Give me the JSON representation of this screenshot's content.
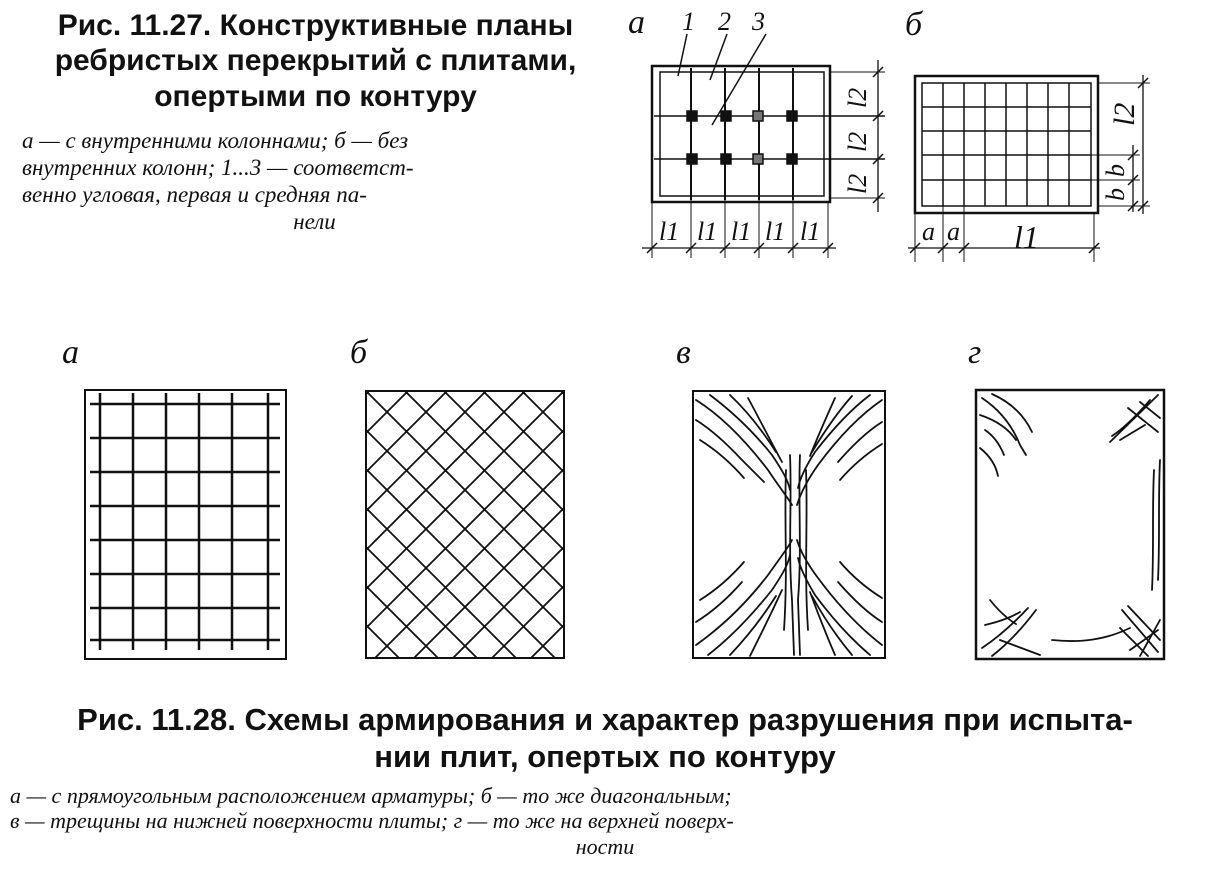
{
  "fig27": {
    "title_lines": [
      "Рис. 11.27. Конструктивные планы",
      "ребристых перекрытий с плитами,",
      "опертыми по контуру"
    ],
    "description_lines": [
      "а — с внутренними колоннами; б — без",
      "внутренних колонн; 1...3 — соответст-",
      "венно угловая, первая и средняя па-",
      "нели"
    ],
    "panel_a": {
      "label": "а",
      "numbers": [
        "1",
        "2",
        "3"
      ],
      "dims_l1": [
        "l1",
        "l1",
        "l1",
        "l1",
        "l1"
      ],
      "dims_l2": [
        "l2",
        "l2",
        "l2"
      ]
    },
    "panel_b": {
      "label": "б",
      "dims_a": [
        "a",
        "a"
      ],
      "dim_l1": "l1",
      "dims_b": [
        "b",
        "b"
      ],
      "dim_l2": "l2"
    }
  },
  "fig28": {
    "panel_labels": [
      "а",
      "б",
      "в",
      "г"
    ],
    "title_lines": [
      "Рис. 11.28. Схемы армирования и характер разрушения при испыта-",
      "нии плит, опертых по контуру"
    ],
    "description_lines": [
      "а — с прямоугольным расположением арматуры; б — то же диагональным;",
      "в — трещины на нижней поверхности плиты; г — то же на верхней поверх-",
      "ности"
    ]
  }
}
